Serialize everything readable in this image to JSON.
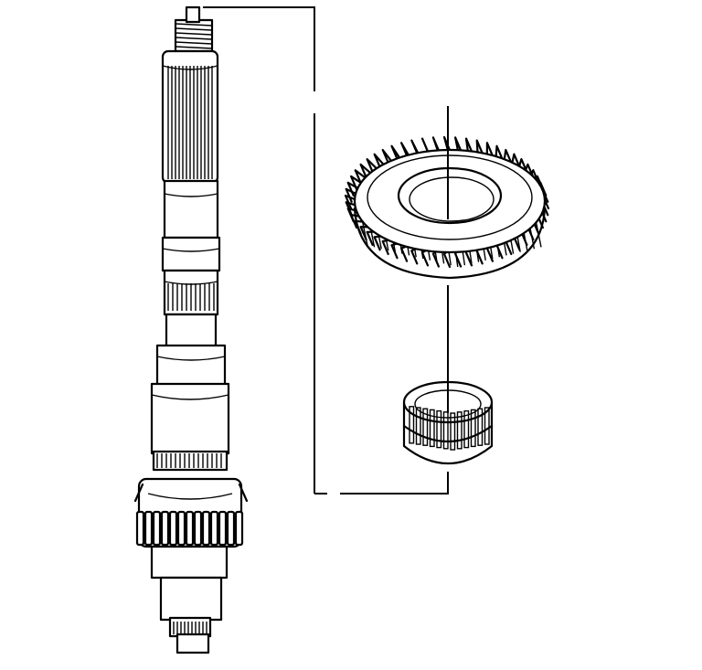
{
  "diagram": {
    "kind": "exploded-parts-illustration",
    "parts": [
      {
        "id": "shaft",
        "icon": "splined-shaft"
      },
      {
        "id": "gear",
        "icon": "helical-gear"
      },
      {
        "id": "bearing",
        "icon": "needle-roller-bearing"
      }
    ],
    "colors": {
      "ink": "#000000",
      "paper": "#ffffff"
    }
  }
}
